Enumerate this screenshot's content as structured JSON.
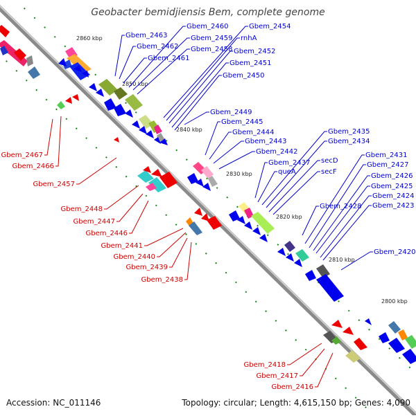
{
  "title": "Geobacter bemidjiensis Bem, complete genome",
  "footer": {
    "accession": "Accession: NC_011146",
    "summary": "Topology: circular; Length: 4,615,150 bp; Genes: 4,090"
  },
  "colors": {
    "backbone": "#999999",
    "blue_label": "#0000cc",
    "red_label": "#cc0000",
    "forward_gene": "#0000ee",
    "reverse_gene": "#ee0000",
    "tick": "#118811"
  },
  "kbp_ticks": [
    "2860 kbp",
    "2850 kbp",
    "2840 kbp",
    "2830 kbp",
    "2820 kbp",
    "2810 kbp",
    "2800 kbp"
  ],
  "labels_above": [
    "Gbem_2463",
    "Gbem_2462",
    "Gbem_2461",
    "Gbem_2460",
    "Gbem_2459",
    "Gbem_2458",
    "Gbem_2454",
    "rnhA",
    "Gbem_2452",
    "Gbem_2451",
    "Gbem_2450",
    "Gbem_2449",
    "Gbem_2445",
    "Gbem_2444",
    "Gbem_2443",
    "Gbem_2442",
    "Gbem_2437",
    "queA",
    "secD",
    "secF",
    "Gbem_2435",
    "Gbem_2434",
    "Gbem_2431",
    "Gbem_2427",
    "Gbem_2426",
    "Gbem_2425",
    "Gbem_2424",
    "Gbem_2423",
    "Gbem_2428",
    "Gbem_2420"
  ],
  "labels_below": [
    "Gbem_2467",
    "Gbem_2466",
    "Gbem_2457",
    "Gbem_2448",
    "Gbem_2447",
    "Gbem_2446",
    "Gbem_2441",
    "Gbem_2440",
    "Gbem_2439",
    "Gbem_2438",
    "Gbem_2418",
    "Gbem_2417",
    "Gbem_2416"
  ]
}
